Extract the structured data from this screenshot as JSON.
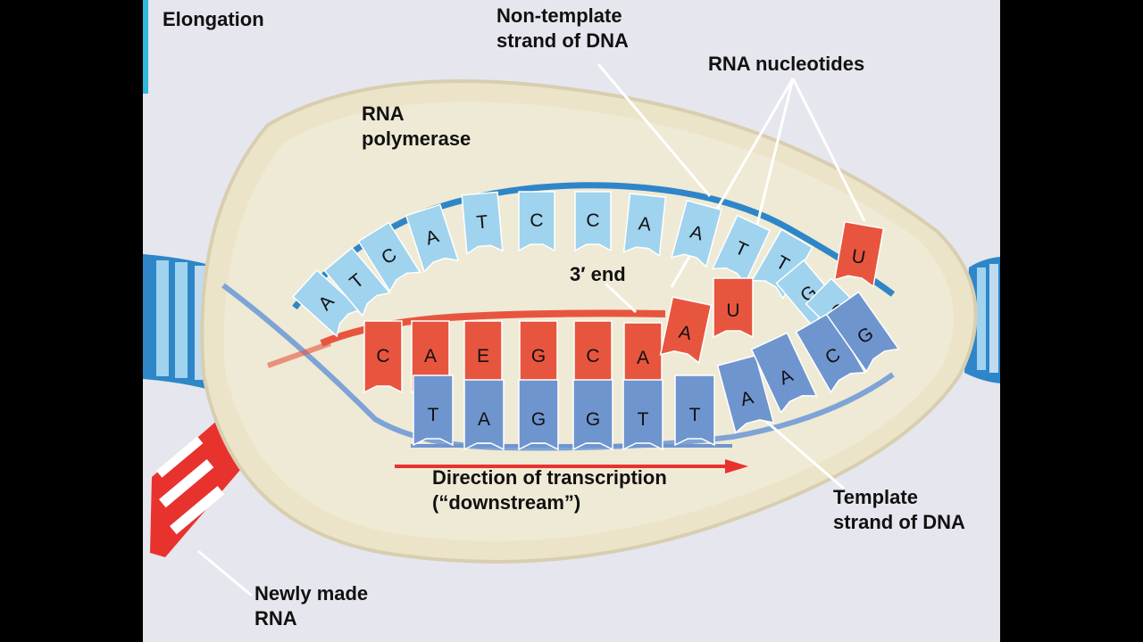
{
  "title": "Elongation",
  "labels": {
    "non_template_strand": [
      "Non-template",
      "strand of DNA"
    ],
    "rna_nucleotides": "RNA nucleotides",
    "rna_polymerase": [
      "RNA",
      "polymerase"
    ],
    "three_prime_end": "3′ end",
    "direction": [
      "Direction of transcription",
      "(“downstream”)"
    ],
    "template_strand": [
      "Template",
      "strand of DNA"
    ],
    "newly_made_rna": [
      "Newly made",
      "RNA"
    ]
  },
  "bases": {
    "non_template_top": [
      "A",
      "T",
      "C",
      "A",
      "T",
      "C",
      "C",
      "A",
      "A",
      "T",
      "T",
      "G",
      "G"
    ],
    "rna_transcript": [
      "C",
      "A",
      "E",
      "G",
      "C",
      "A"
    ],
    "template_bottom": [
      "T",
      "A",
      "G",
      "G",
      "T",
      "T",
      "A",
      "A",
      "C",
      "G"
    ],
    "incoming_nucleotides": [
      "A",
      "U",
      "U"
    ]
  },
  "colors": {
    "dna_light": "#9fd3ee",
    "dna_dark": "#2e86c8",
    "template_blue": "#5f86c0",
    "rna_red": "#e8553e",
    "polymerase": "#ece4c8"
  }
}
